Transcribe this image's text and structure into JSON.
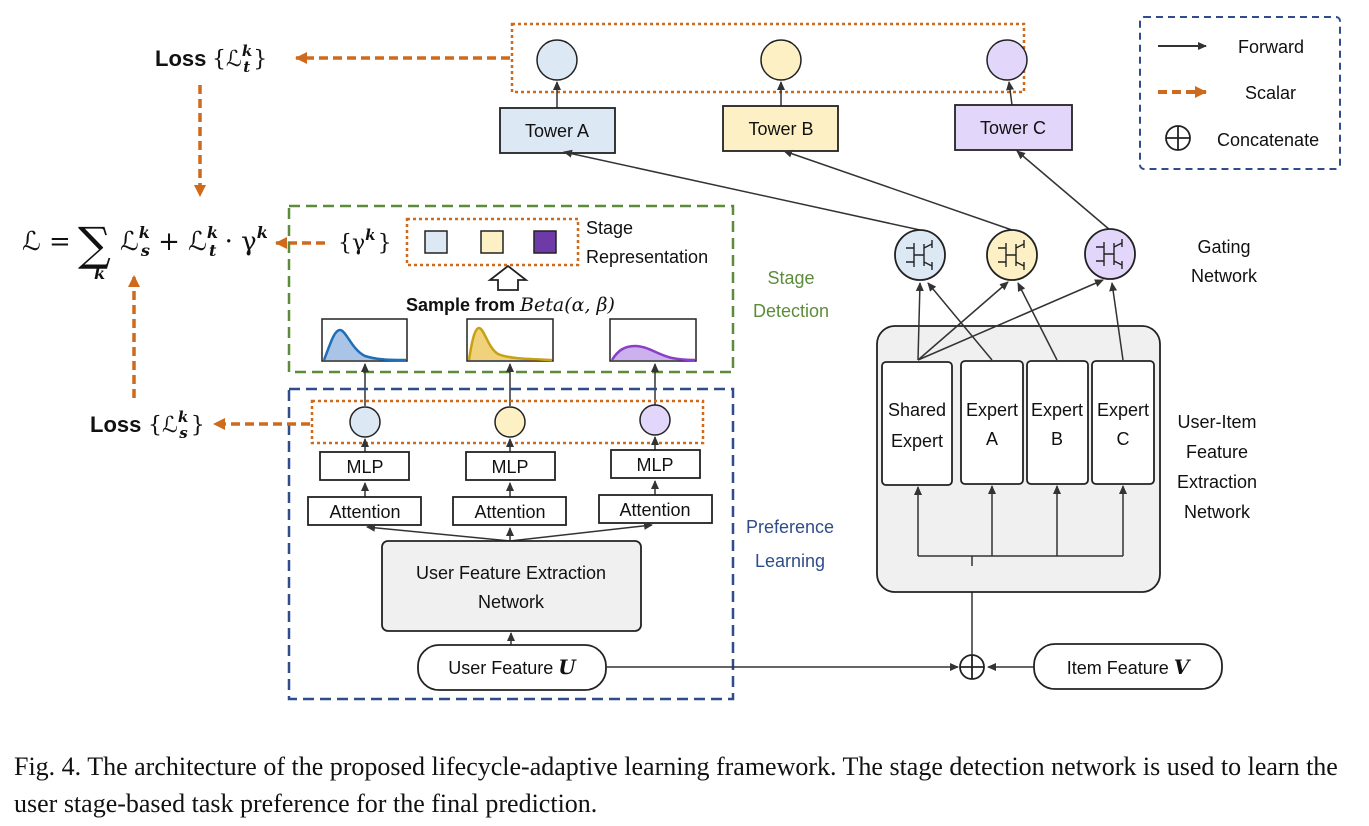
{
  "colors": {
    "blue_fill": "#dde8f5",
    "yellow_fill": "#fdf0c4",
    "purple_fill": "#e3d6fb",
    "gray_fill": "#f0f0f0",
    "orange": "#cf6a1d",
    "green": "#5c8c3a",
    "navy": "#2f4d8a"
  },
  "loss_t": {
    "prefix": "Loss ",
    "math": "{ℒ",
    "sup": "k",
    "sub": "t",
    "close": "}"
  },
  "loss_s": {
    "prefix": "Loss ",
    "math": "{ℒ",
    "sup": "k",
    "sub": "s",
    "close": "}"
  },
  "formula": {
    "lhs": "ℒ = ",
    "sum": "∑",
    "index": "k",
    "term1": "ℒ",
    "sup1": "k",
    "sub1": "s",
    "plus": " + ℒ",
    "sup2": "k",
    "sub2": "t",
    "dot": " · γ",
    "sup3": "k"
  },
  "gamma": {
    "text": "{γ",
    "sup": "k",
    "close": "}"
  },
  "towers": {
    "a": "Tower A",
    "b": "Tower B",
    "c": "Tower C"
  },
  "legend": {
    "forward": "Forward",
    "scalar": "Scalar",
    "concatenate": "Concatenate",
    "concat_symbol": "⊕"
  },
  "stage_rep": {
    "line1": "Stage",
    "line2": "Representation"
  },
  "sample": {
    "prefix": "Sample from ",
    "math": "Beta(α, β)"
  },
  "stage_detection": {
    "line1": "Stage",
    "line2": "Detection"
  },
  "gating": {
    "line1": "Gating",
    "line2": "Network"
  },
  "experts": {
    "shared": [
      "Shared",
      "Expert"
    ],
    "a": [
      "Expert",
      "A"
    ],
    "b": [
      "Expert",
      "B"
    ],
    "c": [
      "Expert",
      "C"
    ]
  },
  "user_item_network": [
    "User-Item",
    "Feature",
    "Extraction",
    "Network"
  ],
  "mlp": "MLP",
  "attention": "Attention",
  "preference_learning": {
    "line1": "Preference",
    "line2": "Learning"
  },
  "user_feature_network": {
    "line1": "User Feature Extraction",
    "line2": "Network"
  },
  "user_feature": {
    "label": "User Feature ",
    "symbol": "U"
  },
  "item_feature": {
    "label": "Item Feature ",
    "symbol": "V"
  },
  "concat_symbol": "⊕",
  "caption": "Fig. 4.  The architecture of the proposed lifecycle-adaptive learning framework. The stage detection network is used to learn the user stage-based task preference for the final prediction."
}
